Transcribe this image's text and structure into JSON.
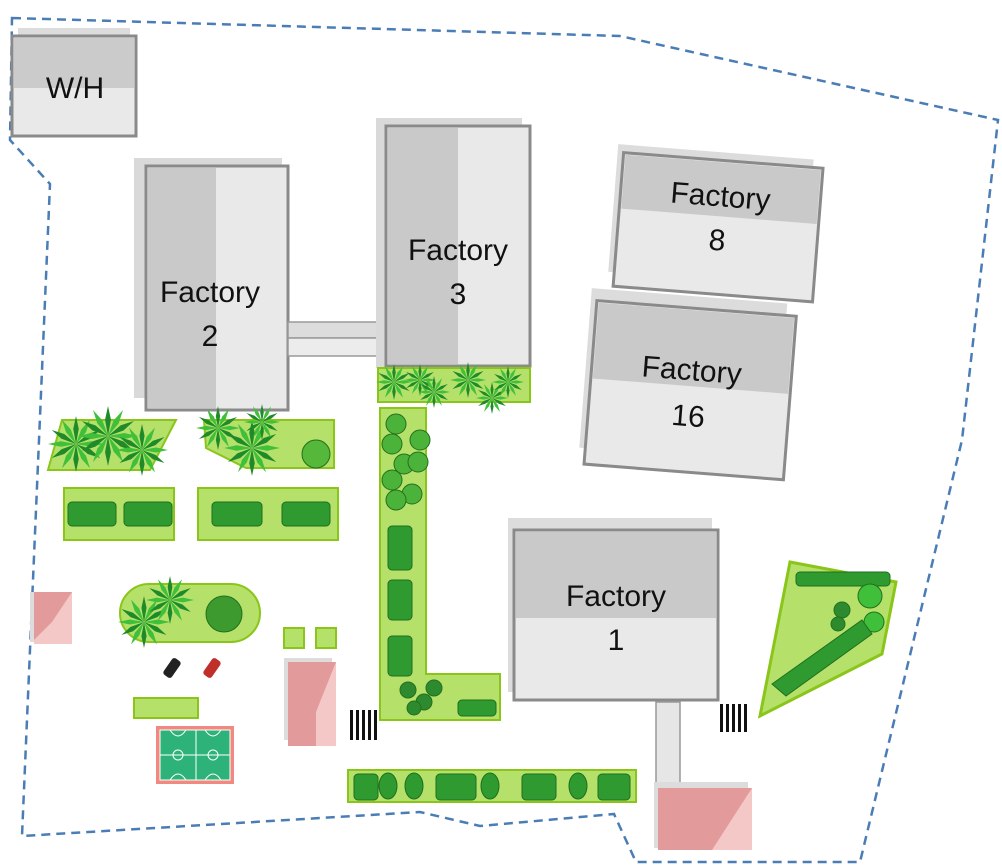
{
  "buildings": {
    "wh": {
      "label": "W/H"
    },
    "factory_2": {
      "line1": "Factory",
      "line2": "2"
    },
    "factory_3": {
      "line1": "Factory",
      "line2": "3"
    },
    "factory_8": {
      "line1": "Factory",
      "line2": "8"
    },
    "factory_16": {
      "line1": "Factory",
      "line2": "16"
    },
    "factory_1": {
      "line1": "Factory",
      "line2": "1"
    }
  },
  "colors": {
    "boundary": "#4a7db5",
    "building_dark": "#c9c9c9",
    "building_light": "#e8e8e8",
    "building_outline": "#8a8a8a",
    "grass": "#b5e06a",
    "grass_outline": "#8ac51a",
    "tree": "#2e9a2e",
    "roof_red": "#e39a9a",
    "court": "#2db37a",
    "court_border": "#f08a80"
  }
}
